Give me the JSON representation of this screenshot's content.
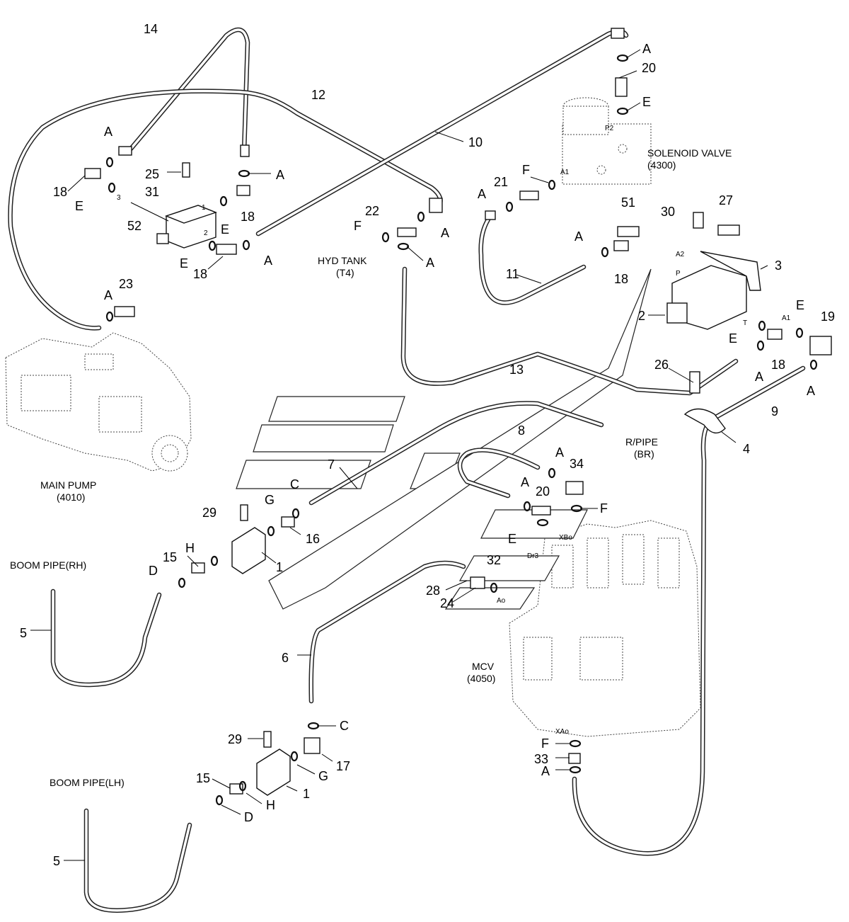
{
  "parts": {
    "p1a": "1",
    "p1b": "1",
    "p2": "2",
    "p3": "3",
    "p4": "4",
    "p5a": "5",
    "p5b": "5",
    "p6": "6",
    "p7": "7",
    "p8": "8",
    "p9": "9",
    "p10": "10",
    "p11": "11",
    "p12": "12",
    "p13": "13",
    "p14": "14",
    "p15a": "15",
    "p15b": "15",
    "p16": "16",
    "p17": "17",
    "p18a": "18",
    "p18b": "18",
    "p18c": "18",
    "p18d": "18",
    "p18e": "18",
    "p19": "19",
    "p20a": "20",
    "p20b": "20",
    "p21": "21",
    "p22": "22",
    "p23": "23",
    "p24": "24",
    "p25": "25",
    "p26": "26",
    "p27": "27",
    "p28": "28",
    "p29a": "29",
    "p29b": "29",
    "p30": "30",
    "p31": "31",
    "p32": "32",
    "p33": "33",
    "p34": "34",
    "p51": "51",
    "p52": "52"
  },
  "rings": {
    "A": "A",
    "C": "C",
    "D": "D",
    "E": "E",
    "F": "F",
    "G": "G",
    "H": "H"
  },
  "ports": {
    "p1": "1",
    "p2": "2",
    "p3": "3",
    "P": "P",
    "T": "T",
    "A1": "A1",
    "A2": "A2",
    "P2": "P2",
    "XBo": "XBo",
    "XAo": "XAo",
    "Dr3": "Dr3",
    "Ao": "Ao"
  },
  "names": {
    "solenoid_valve": "SOLENOID VALVE",
    "solenoid_code": "(4300)",
    "hyd_tank": "HYD TANK",
    "hyd_tank_code": "(T4)",
    "main_pump": "MAIN PUMP",
    "main_pump_code": "(4010)",
    "rpipe": "R/PIPE",
    "rpipe_code": "(BR)",
    "mcv": "MCV",
    "mcv_code": "(4050)",
    "boom_rh": "BOOM PIPE(RH)",
    "boom_lh": "BOOM PIPE(LH)"
  }
}
